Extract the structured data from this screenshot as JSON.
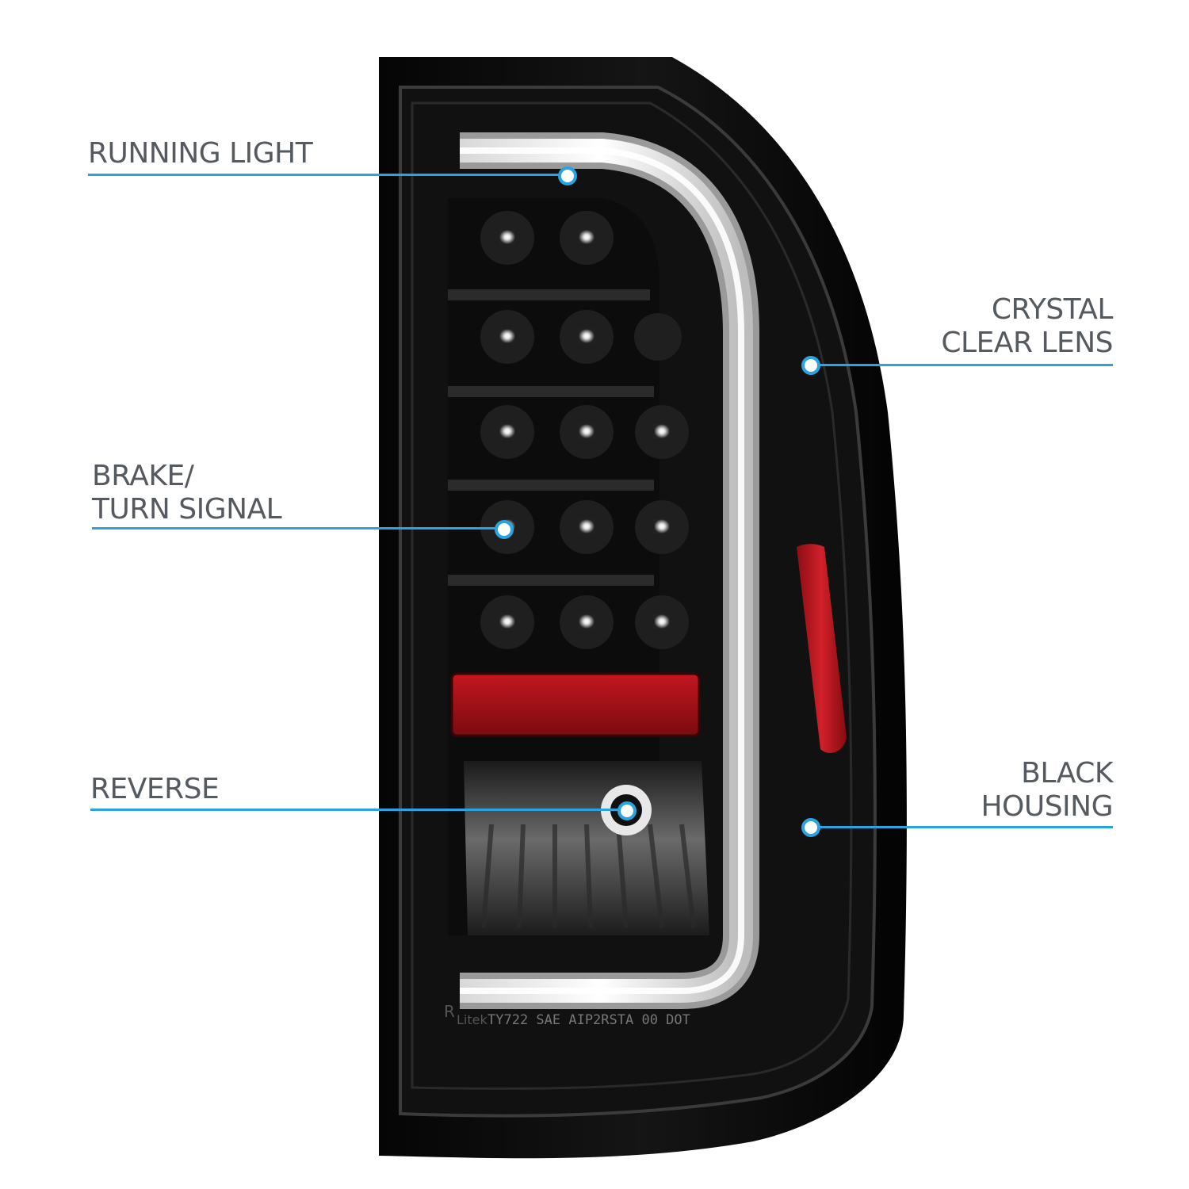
{
  "callouts": {
    "running_light": "RUNNING LIGHT",
    "crystal_line1": "CRYSTAL",
    "crystal_line2": "CLEAR LENS",
    "brake_line1": "BRAKE/",
    "brake_line2": "TURN SIGNAL",
    "reverse": "REVERSE",
    "black_line1": "BLACK",
    "black_line2": "HOUSING"
  },
  "product": {
    "lens_marking": "TY722  SAE AIP2RSTA 00 DOT",
    "brand_mark": "R",
    "brand_text": "Litek"
  },
  "colors": {
    "accent": "#2aa3e3",
    "label_text": "#555a60",
    "housing": "#0a0a0a",
    "reflector_red": "#b3121a"
  }
}
